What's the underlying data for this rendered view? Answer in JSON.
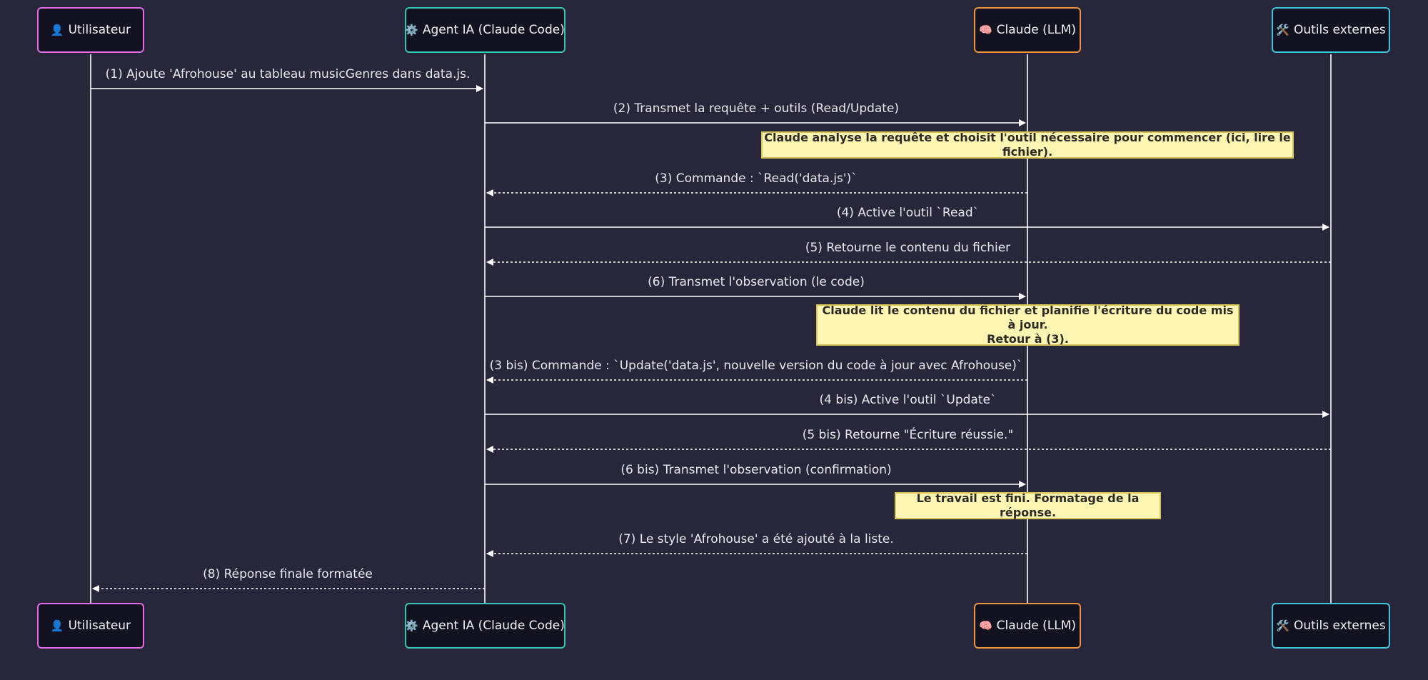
{
  "participants": [
    {
      "id": "user",
      "icon": "👤",
      "icon_name": "user-icon",
      "label": "Utilisateur",
      "color": "#e36ce8"
    },
    {
      "id": "agent",
      "icon": "⚙️",
      "icon_name": "gear-icon",
      "label": "Agent IA (Claude Code)",
      "color": "#36c4b5"
    },
    {
      "id": "llm",
      "icon": "🧠",
      "icon_name": "brain-icon",
      "label": "Claude (LLM)",
      "color": "#f0923f"
    },
    {
      "id": "tools",
      "icon": "🛠️",
      "icon_name": "tools-icon",
      "label": "Outils externes",
      "color": "#3cc6de"
    }
  ],
  "messages": [
    {
      "from": "user",
      "to": "agent",
      "style": "solid",
      "label": "(1) Ajoute 'Afrohouse' au tableau musicGenres dans data.js."
    },
    {
      "from": "agent",
      "to": "llm",
      "style": "solid",
      "label": "(2) Transmet la requête + outils (Read/Update)"
    },
    {
      "note": [
        "Claude analyse la requête et choisit l'outil nécessaire pour commencer (ici, lire le fichier)."
      ]
    },
    {
      "from": "llm",
      "to": "agent",
      "style": "dashed",
      "label": "(3) Commande : `Read('data.js')`"
    },
    {
      "from": "agent",
      "to": "tools",
      "style": "solid",
      "label": "(4) Active l'outil `Read`"
    },
    {
      "from": "tools",
      "to": "agent",
      "style": "dashed",
      "label": "(5) Retourne le contenu du fichier"
    },
    {
      "from": "agent",
      "to": "llm",
      "style": "solid",
      "label": "(6) Transmet l'observation (le code)"
    },
    {
      "note": [
        "Claude lit le contenu du fichier et planifie l'écriture du code mis à jour.",
        "Retour à (3)."
      ]
    },
    {
      "from": "llm",
      "to": "agent",
      "style": "dashed",
      "label": "(3 bis) Commande : `Update('data.js', nouvelle version du code à jour avec Afrohouse)`"
    },
    {
      "from": "agent",
      "to": "tools",
      "style": "solid",
      "label": "(4 bis) Active l'outil `Update`"
    },
    {
      "from": "tools",
      "to": "agent",
      "style": "dashed",
      "label": "(5 bis) Retourne \"Écriture réussie.\""
    },
    {
      "from": "agent",
      "to": "llm",
      "style": "solid",
      "label": "(6 bis) Transmet l'observation (confirmation)"
    },
    {
      "note": [
        "Le travail est fini. Formatage de la réponse."
      ]
    },
    {
      "from": "llm",
      "to": "agent",
      "style": "dashed",
      "label": "(7) Le style 'Afrohouse' a été ajouté à la liste."
    },
    {
      "from": "agent",
      "to": "user",
      "style": "dashed",
      "label": "(8) Réponse finale formatée"
    }
  ],
  "colors": {
    "background": "#27263a",
    "line": "#ffffff",
    "note_bg": "#fff6b3",
    "note_border": "#d9c45a"
  }
}
